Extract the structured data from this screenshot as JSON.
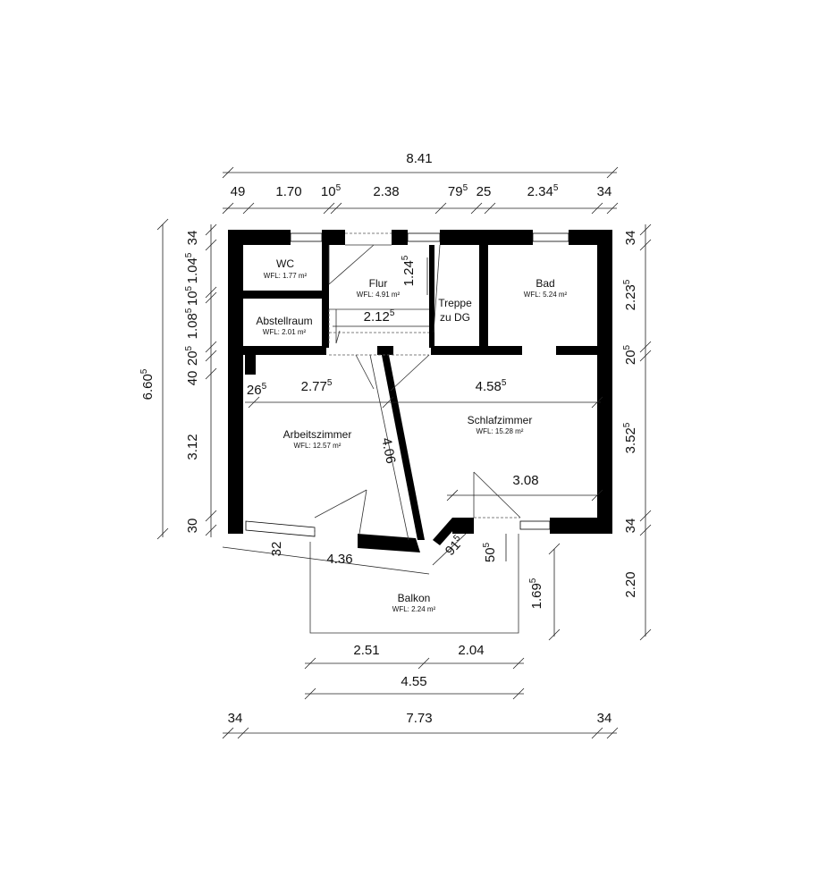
{
  "rooms": {
    "wc": {
      "name": "WC",
      "area": "WFL: 1.77 m²"
    },
    "flur": {
      "name": "Flur",
      "area": "WFL: 4.91 m²"
    },
    "treppe": {
      "line1": "Treppe",
      "line2": "zu DG"
    },
    "bad": {
      "name": "Bad",
      "area": "WFL: 5.24 m²"
    },
    "abstellraum": {
      "name": "Abstellraum",
      "area": "WFL: 2.01 m²"
    },
    "arbeitszimmer": {
      "name": "Arbeitszimmer",
      "area": "WFL: 12.57 m²"
    },
    "schlafzimmer": {
      "name": "Schlafzimmer",
      "area": "WFL: 15.28 m²"
    },
    "balkon": {
      "name": "Balkon",
      "area": "WFL: 2.24 m²"
    }
  },
  "dimensions": {
    "top_total": "8.41",
    "top": [
      {
        "base": "49",
        "sup": ""
      },
      {
        "base": "1.70",
        "sup": ""
      },
      {
        "base": "10",
        "sup": "5"
      },
      {
        "base": "2.38",
        "sup": ""
      },
      {
        "base": "79",
        "sup": "5"
      },
      {
        "base": "25",
        "sup": ""
      },
      {
        "base": "2.34",
        "sup": "5"
      },
      {
        "base": "34",
        "sup": ""
      }
    ],
    "left_total": {
      "base": "6.60",
      "sup": "5"
    },
    "left": [
      {
        "base": "34",
        "sup": ""
      },
      {
        "base": "1.04",
        "sup": "5"
      },
      {
        "base": "10",
        "sup": "5"
      },
      {
        "base": "1.08",
        "sup": "5"
      },
      {
        "base": "20",
        "sup": "5"
      },
      {
        "base": "40",
        "sup": ""
      },
      {
        "base": "3.12",
        "sup": ""
      },
      {
        "base": "30",
        "sup": ""
      }
    ],
    "right": [
      {
        "base": "34",
        "sup": ""
      },
      {
        "base": "2.23",
        "sup": "5"
      },
      {
        "base": "20",
        "sup": "5"
      },
      {
        "base": "3.52",
        "sup": "5"
      },
      {
        "base": "34",
        "sup": ""
      },
      {
        "base": "2.20",
        "sup": ""
      }
    ],
    "inner": {
      "flur_height": {
        "base": "1.24",
        "sup": "5"
      },
      "flur_width": {
        "base": "2.12",
        "sup": "5"
      },
      "arb_width": {
        "base": "2.77",
        "sup": "5"
      },
      "arb_recess": {
        "base": "26",
        "sup": "5"
      },
      "schlaf_width": {
        "base": "4.58",
        "sup": "5"
      },
      "diag_wall": {
        "base": "4.06",
        "sup": ""
      },
      "schlaf_window": {
        "base": "3.08",
        "sup": ""
      },
      "bottom_left": {
        "base": "32",
        "sup": ""
      },
      "bottom_diag": {
        "base": "4.36",
        "sup": ""
      },
      "bay_wall": {
        "base": "91",
        "sup": "5"
      },
      "bay_depth": {
        "base": "50",
        "sup": "5"
      },
      "balkon_depth": {
        "base": "1.69",
        "sup": "5"
      }
    },
    "balkon_left": "2.51",
    "balkon_right": "2.04",
    "balkon_total": "4.55",
    "bottom": [
      {
        "base": "34",
        "sup": ""
      },
      {
        "base": "7.73",
        "sup": ""
      },
      {
        "base": "34",
        "sup": ""
      }
    ]
  }
}
